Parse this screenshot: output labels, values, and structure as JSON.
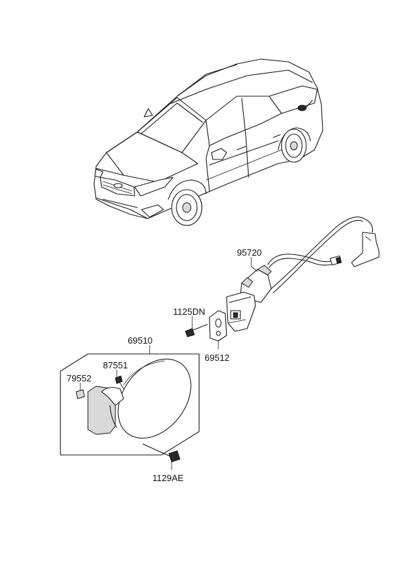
{
  "parts": {
    "fuel_lamp_cable": "95720",
    "bolt_front": "1125DN",
    "fuel_door_latch": "69512",
    "fuel_filler_door_assy": "69510",
    "clip": "87551",
    "bracket": "79552",
    "screw": "1129AE"
  }
}
